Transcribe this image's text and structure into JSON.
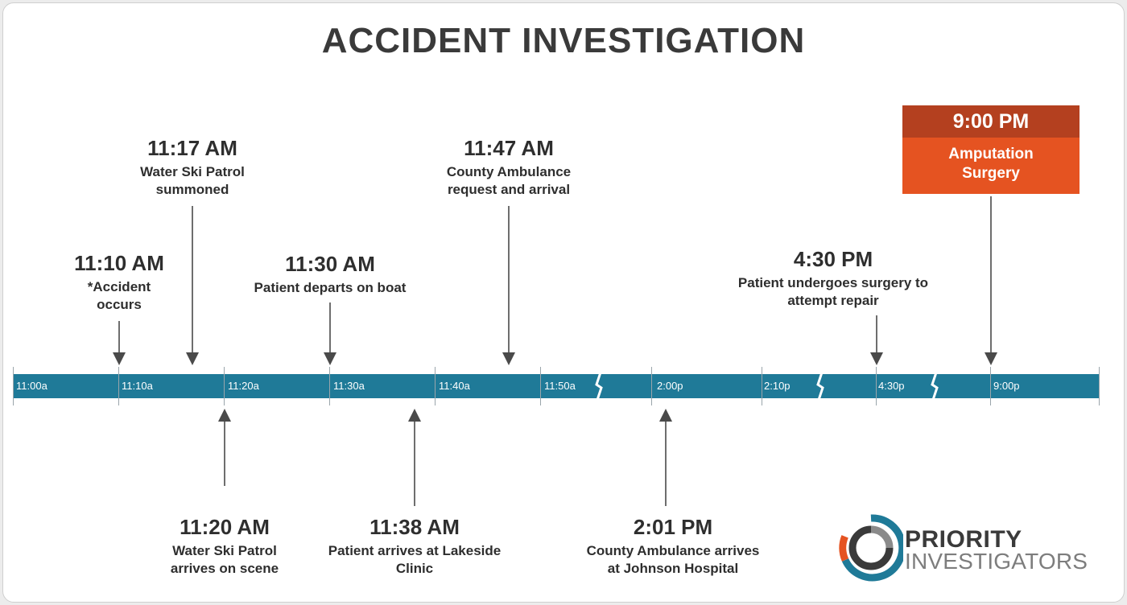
{
  "title": "ACCIDENT INVESTIGATION",
  "timeline_ticks": [
    "11:00a",
    "11:10a",
    "11:20a",
    "11:30a",
    "11:40a",
    "11:50a",
    "2:00p",
    "2:10p",
    "4:30p",
    "9:00p"
  ],
  "events_above": [
    {
      "time": "11:10 AM",
      "desc": "*Accident\noccurs"
    },
    {
      "time": "11:17 AM",
      "desc": "Water Ski Patrol\nsummoned"
    },
    {
      "time": "11:30 AM",
      "desc": "Patient departs on boat"
    },
    {
      "time": "11:47 AM",
      "desc": "County Ambulance\nrequest and arrival"
    },
    {
      "time": "4:30 PM",
      "desc": "Patient undergoes surgery to\nattempt repair"
    }
  ],
  "events_below": [
    {
      "time": "11:20 AM",
      "desc": "Water Ski Patrol\narrives on scene"
    },
    {
      "time": "11:38 AM",
      "desc": "Patient arrives at Lakeside\nClinic"
    },
    {
      "time": "2:01 PM",
      "desc": "County Ambulance arrives\nat Johnson Hospital"
    }
  ],
  "highlight_event": {
    "time": "9:00 PM",
    "desc": "Amputation\nSurgery"
  },
  "logo": {
    "line1": "PRIORITY",
    "line2": "INVESTIGATORS"
  },
  "colors": {
    "timeline": "#1f7a98",
    "highlight_dark": "#b4401f",
    "highlight": "#e55321",
    "text": "#2e2e2e",
    "arrow": "#4a4a4a"
  }
}
